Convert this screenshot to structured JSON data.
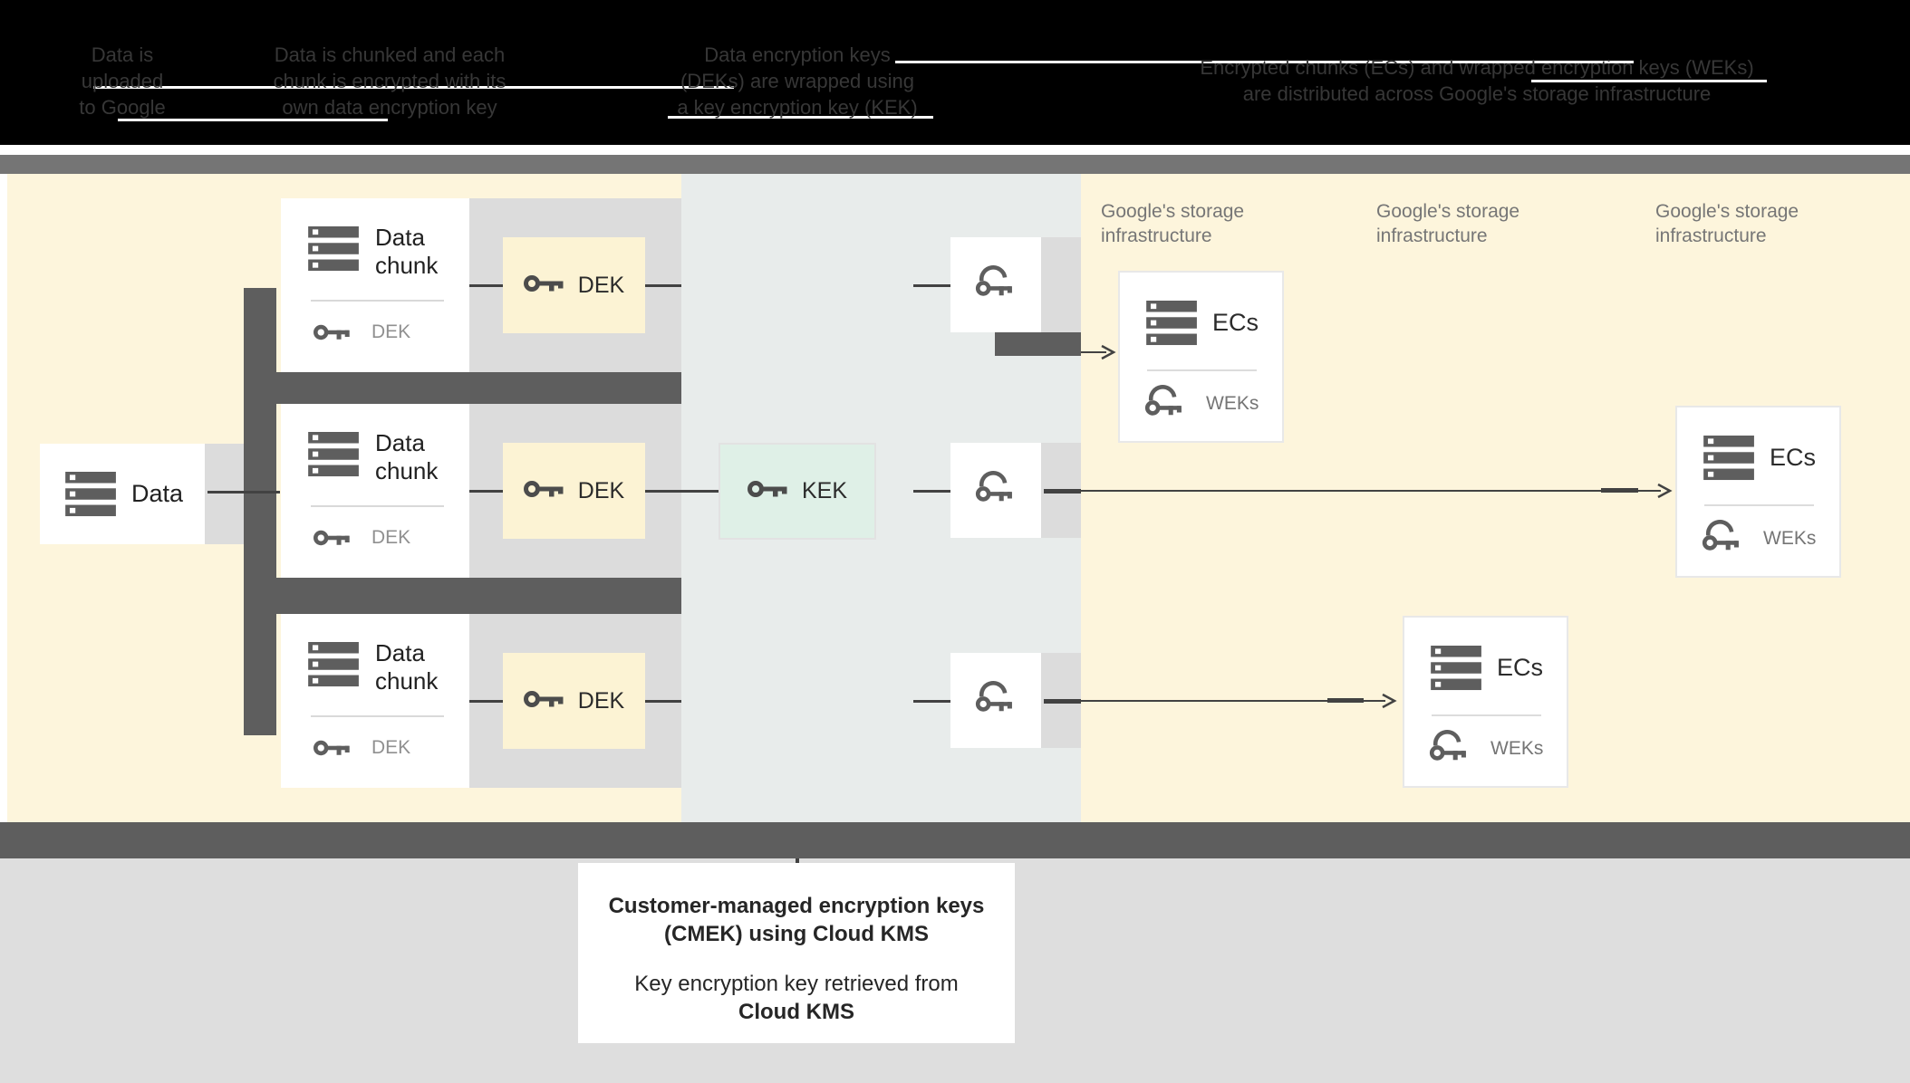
{
  "header": {
    "captions": [
      {
        "line1": "Data is",
        "line2": "uploaded",
        "line3": "to Google"
      },
      {
        "line1": "Data is chunked and each",
        "line2": "chunk is encrypted with its",
        "line3": "own data encryption key"
      },
      {
        "line1": "Data encryption keys",
        "line2": "(DEKs) are wrapped using",
        "line3": "a key encryption key (KEK)"
      },
      {
        "line1": "Encrypted chunks (ECs) and wrapped encryption keys (WEKs)",
        "line2": "are distributed across Google's storage infrastructure"
      }
    ]
  },
  "diagram": {
    "data_box": {
      "label": "Data"
    },
    "rows": [
      {
        "chunk_title_line1": "Data",
        "chunk_title_line2": "chunk",
        "chunk_key_label": "DEK",
        "dek_label": "DEK"
      },
      {
        "chunk_title_line1": "Data",
        "chunk_title_line2": "chunk",
        "chunk_key_label": "DEK",
        "dek_label": "DEK"
      },
      {
        "chunk_title_line1": "Data",
        "chunk_title_line2": "chunk",
        "chunk_key_label": "DEK",
        "dek_label": "DEK"
      }
    ],
    "kek_label": "KEK",
    "storage_labels": [
      {
        "line1": "Google's storage",
        "line2": "infrastructure"
      },
      {
        "line1": "Google's storage",
        "line2": "infrastructure"
      },
      {
        "line1": "Google's storage",
        "line2": "infrastructure"
      }
    ],
    "ec_boxes": [
      {
        "label": "ECs",
        "key_label": "WEKs"
      },
      {
        "label": "ECs",
        "key_label": "WEKs"
      },
      {
        "label": "ECs",
        "key_label": "WEKs"
      }
    ]
  },
  "footer": {
    "title_line1": "Customer-managed encryption keys",
    "title_line2": "(CMEK) using Cloud KMS",
    "body_line1": "Key encryption key retrieved from",
    "body_line2": "Cloud KMS"
  },
  "colors": {
    "header_bg": "#000000",
    "yellow_zone": "#fdf5dc",
    "blue_zone": "#e8eceb",
    "dark_gray": "#5e5e5e",
    "top_band_gray": "#757575",
    "light_gray": "#dcdcdc",
    "connector_line": "#424242",
    "dek_fill": "#fcf3d4",
    "kek_fill": "#dff0e7",
    "footer_bg": "#dedede"
  }
}
